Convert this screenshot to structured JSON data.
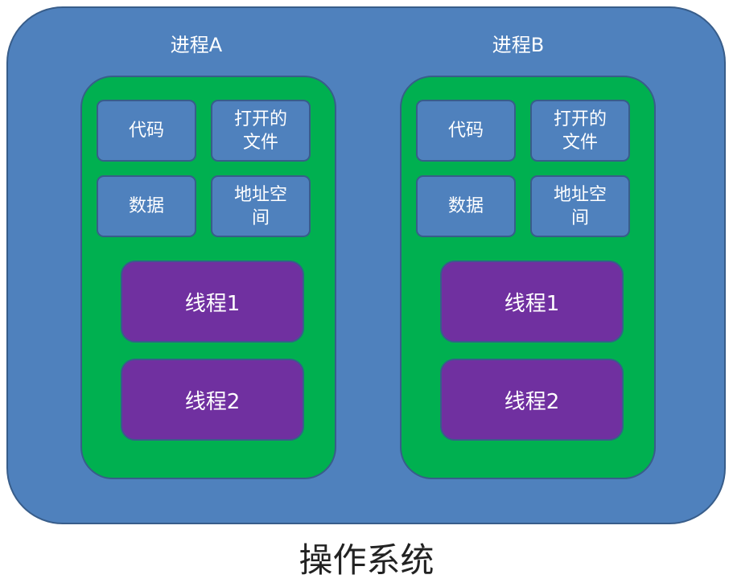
{
  "os_label": "操作系统",
  "processes": [
    {
      "title": "进程A",
      "resources": [
        "代码",
        "打开的文件",
        "数据",
        "地址空间"
      ],
      "threads": [
        "线程1",
        "线程2"
      ]
    },
    {
      "title": "进程B",
      "resources": [
        "代码",
        "打开的文件",
        "数据",
        "地址空间"
      ],
      "threads": [
        "线程1",
        "线程2"
      ]
    }
  ],
  "colors": {
    "os_fill": "#4f81bd",
    "process_fill": "#00b050",
    "resource_fill": "#4f81bd",
    "thread_fill": "#7030a0",
    "outline": "#385d8a"
  }
}
